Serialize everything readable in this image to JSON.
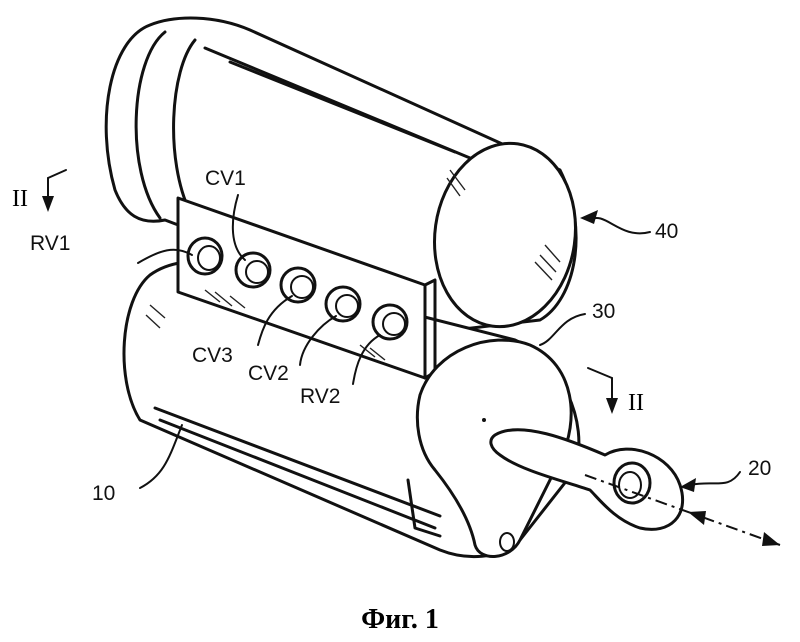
{
  "figure": {
    "caption": "Фиг. 1",
    "labels": {
      "rv1": "RV1",
      "cv1": "CV1",
      "cv3": "CV3",
      "cv2": "CV2",
      "rv2": "RV2",
      "ref_10": "10",
      "ref_20": "20",
      "ref_30": "30",
      "ref_40": "40"
    },
    "section_marks": {
      "left": "II",
      "right": "II"
    }
  }
}
